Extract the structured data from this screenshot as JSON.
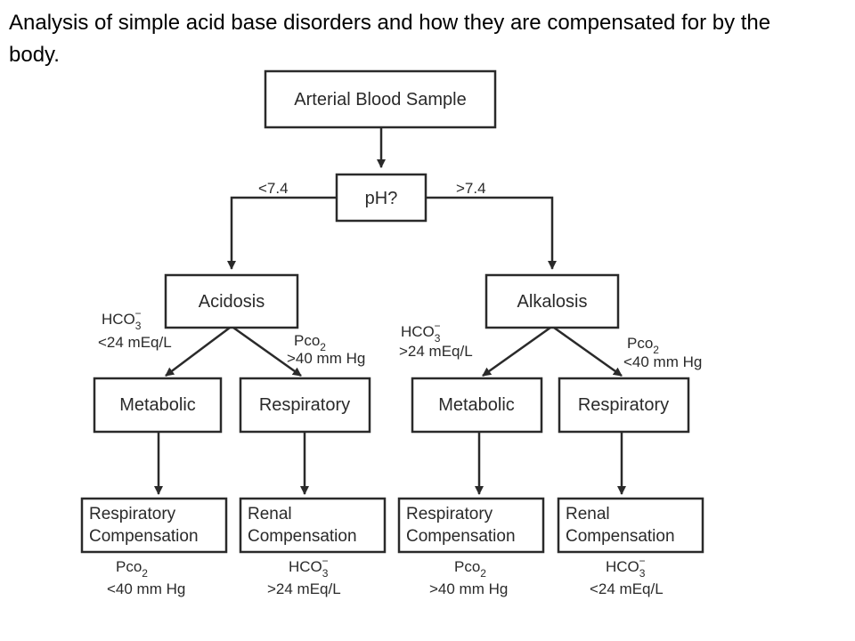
{
  "title": "Analysis of simple acid base disorders and how they are compensated for by the body.",
  "nodes": {
    "sample": "Arterial Blood Sample",
    "ph": "pH?",
    "acidosis": "Acidosis",
    "alkalosis": "Alkalosis",
    "acid_metabolic": "Metabolic",
    "acid_respiratory": "Respiratory",
    "alk_metabolic": "Metabolic",
    "alk_respiratory": "Respiratory",
    "comp1": [
      "Respiratory",
      "Compensation"
    ],
    "comp2": [
      "Renal",
      "Compensation"
    ],
    "comp3": [
      "Respiratory",
      "Compensation"
    ],
    "comp4": [
      "Renal",
      "Compensation"
    ]
  },
  "branch_labels": {
    "low_ph": "<7.4",
    "high_ph": ">7.4"
  },
  "criteria": {
    "acid_metabolic": {
      "name": "HCO",
      "sup": "−",
      "sub": "3",
      "value": "<24 mEq/L"
    },
    "acid_respiratory": {
      "name": "Pco",
      "sub": "2",
      "value": ">40 mm Hg"
    },
    "alk_metabolic": {
      "name": "HCO",
      "sup": "−",
      "sub": "3",
      "value": ">24 mEq/L"
    },
    "alk_respiratory": {
      "name": "Pco",
      "sub": "2",
      "value": "<40 mm Hg"
    }
  },
  "compensation_values": {
    "comp1": {
      "name": "Pco",
      "sub": "2",
      "value": "<40 mm Hg"
    },
    "comp2": {
      "name": "HCO",
      "sup": "−",
      "sub": "3",
      "value": ">24 mEq/L"
    },
    "comp3": {
      "name": "Pco",
      "sub": "2",
      "value": ">40 mm Hg"
    },
    "comp4": {
      "name": "HCO",
      "sup": "−",
      "sub": "3",
      "value": "<24 mEq/L"
    }
  }
}
